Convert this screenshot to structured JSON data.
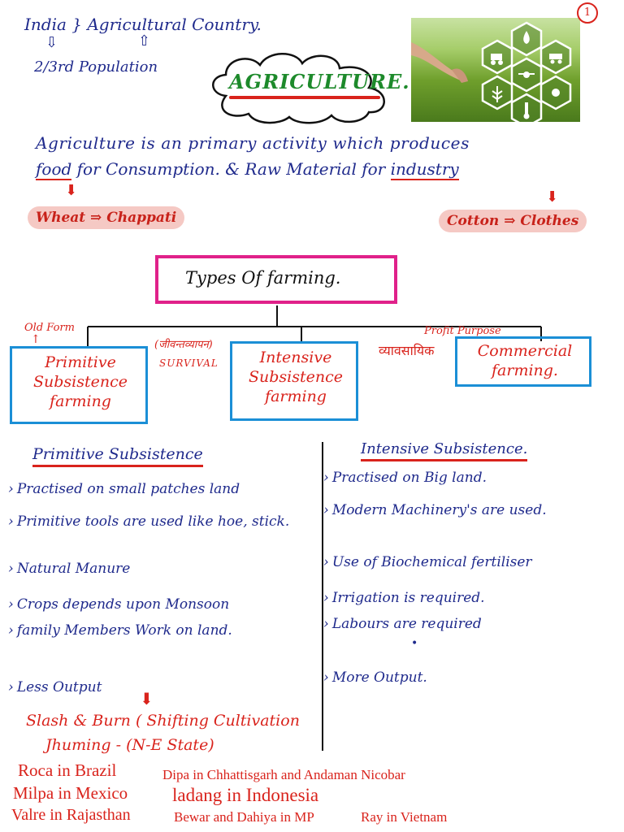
{
  "header": {
    "line1": "India } Agricultural Country.",
    "line2": "2/3rd Population",
    "title": "AGRICULTURE.",
    "page_number": "1"
  },
  "definition": {
    "line1": "Agriculture is an primary activity which produces",
    "line2_a": "food",
    "line2_b": "for Consumption. & Raw Material for",
    "line2_c": "industry",
    "example_left": "Wheat ⇒ Chappati",
    "example_right": "Cotton ⇒ Clothes"
  },
  "types": {
    "title": "Types Of farming.",
    "primitive": {
      "note": "Old Form",
      "label": "Primitive Subsistence farming"
    },
    "intensive": {
      "note_hindi": "(जीवन्तव्यापन)",
      "note": "SURVIVAL",
      "label": "Intensive Subsistence farming"
    },
    "commercial": {
      "note": "Profit Purpose",
      "note_hindi": "व्यावसायिक",
      "label": "Commercial farming."
    }
  },
  "primitive_column": {
    "heading": "Primitive Subsistence",
    "items": [
      "Practised on small patches land",
      "Primitive tools are used like hoe, stick.",
      "Natural Manure",
      "Crops depends upon Monsoon",
      "family Members Work on land.",
      "Less Output"
    ]
  },
  "intensive_column": {
    "heading": "Intensive Subsistence.",
    "items": [
      "Practised on Big land.",
      "Modern Machinery's are used.",
      "Use of Biochemical fertiliser",
      "Irrigation is required.",
      "Labours are required",
      "More Output."
    ]
  },
  "shifting": {
    "line1": "Slash & Burn ( Shifting Cultivation",
    "line2": "Jhuming - (N-E State)",
    "names": {
      "roca": "Roca in Brazil",
      "dipa": "Dipa in Chhattisgarh and Andaman Nicobar",
      "milpa": "Milpa in Mexico",
      "ladang": "ladang in Indonesia",
      "valre": "Valre in Rajasthan",
      "bewar": "Bewar and Dahiya in MP",
      "ray": "Ray in Vietnam"
    }
  },
  "colors": {
    "ink_blue": "#1f2a8c",
    "ink_red": "#d9231c",
    "box_pink": "#e0218a",
    "box_blue": "#1b8fd6",
    "title_green": "#1d8a2b"
  }
}
